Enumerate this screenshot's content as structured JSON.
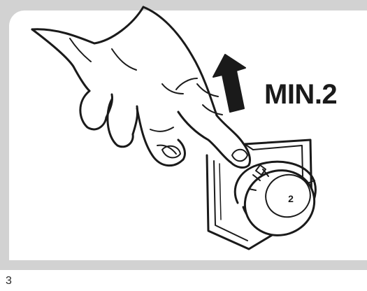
{
  "illustration": {
    "label": "MIN.2",
    "dial_setting": "2",
    "arrow_direction": "up",
    "icons": [
      "hand-pointing-icon",
      "arrow-up-icon",
      "thermostat-dial-icon"
    ],
    "colors": {
      "panel": "#d2d2d2",
      "ink": "#1a1a1a",
      "background": "#ffffff"
    }
  },
  "page_number": "3"
}
